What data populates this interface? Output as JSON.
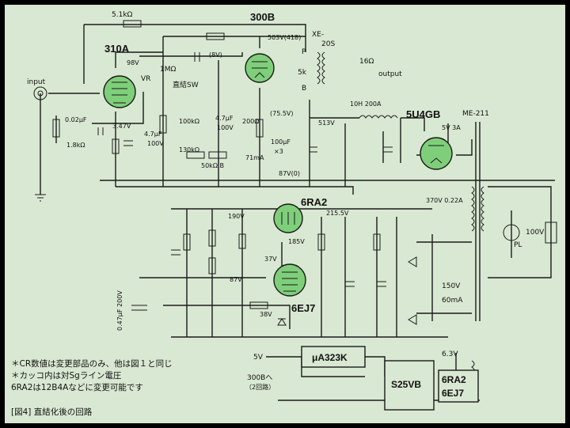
{
  "tubes": {
    "v310a": "310A",
    "v300b": "300B",
    "v5u4gb": "5U4GB",
    "v6ra2": "6RA2",
    "v6ej7": "6EJ7",
    "v6ra2_box": "6RA2",
    "v6ej7_box": "6EJ7"
  },
  "components": {
    "r_5k1": "5.1kΩ",
    "xe20s_a": "XE-",
    "xe20s_b": "20S",
    "p": "P",
    "b": "B",
    "k5": "5k",
    "ohm16": "16Ω",
    "output": "output",
    "input": "input",
    "v98": "98V",
    "vr1m_a": "1MΩ",
    "vr1m_b": "VR",
    "v8": "(8V)",
    "v503": "503V(418)",
    "direct_sw": "直結SW",
    "c002": "0.02μF",
    "v347": "3.47V",
    "r1k8": "1.8kΩ",
    "c47a_1": "4.7μF",
    "c47a_2": "100V",
    "r100k": "100kΩ",
    "c47b_1": "4.7μF",
    "c47b_2": "100V",
    "r200": "200Ω",
    "v755": "(75.5V)",
    "c100u_1": "100μF",
    "c100u_2": "×3",
    "i71ma": "71mA",
    "r130k": "130kΩ",
    "r50kb": "50kΩ B",
    "v87": "87V(0)",
    "v513": "513V",
    "choke": "10H 200A",
    "me211": "ME-211",
    "v5v3a": "5V 3A",
    "v370": "370V 0.22A",
    "pl": "PL",
    "v100": "100V",
    "v190": "190V",
    "v2155": "215.5V",
    "v185": "185V",
    "v37": "37V",
    "v87b": "87V",
    "v38": "38V",
    "c047": "0.47μF 200V",
    "v150": "150V",
    "ma60": "60mA",
    "v5": "5V",
    "ua323k": "μA323K",
    "v63": "6.3V",
    "to300b": "300Bへ",
    "circuits2": "（2回路）",
    "s25vb": "S25VB"
  },
  "notes": {
    "n1": "＊CR数値は変更部品のみ、他は図１と同じ",
    "n2": "＊カッコ内は対Sgライン電圧",
    "n3": "6RA2は12B4Aなどに変更可能です",
    "caption": "[図4]  直結化後の回路"
  },
  "colors": {
    "background": "#d9e8d2",
    "tube_fill": "#7fcf7a",
    "ink": "#1a1a1a"
  }
}
